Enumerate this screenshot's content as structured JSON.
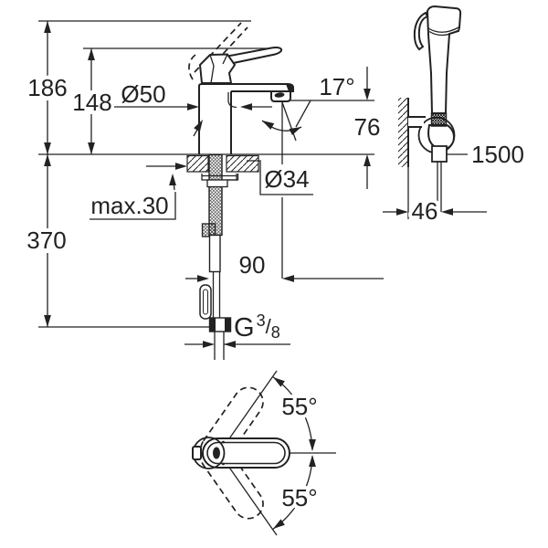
{
  "front_view": {
    "total_height": "186",
    "lever_height": "148",
    "body_diameter": "Ø50",
    "stream_angle": "17°",
    "spout_height": "76",
    "max_mounting_thickness": "max.30",
    "hole_diameter": "Ø34",
    "height_below_deck": "370",
    "spout_reach": "90",
    "supply_thread": {
      "prefix": "G",
      "numerator": "3",
      "slash": "/",
      "denominator": "8"
    }
  },
  "spray_view": {
    "hose_length": "1500",
    "holder_depth": "46"
  },
  "plan_view": {
    "swivel_angle_up": "55°",
    "swivel_angle_down": "55°"
  },
  "colors": {
    "line": "#222222",
    "background": "#ffffff"
  }
}
